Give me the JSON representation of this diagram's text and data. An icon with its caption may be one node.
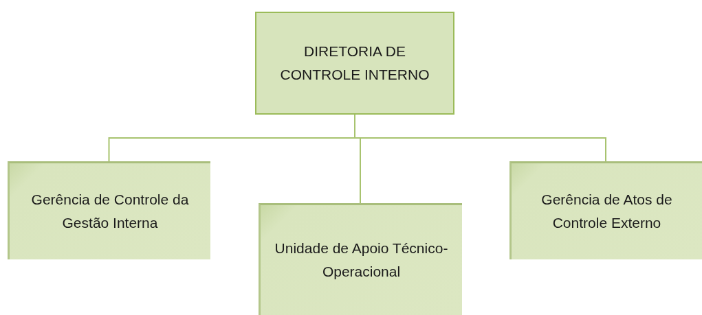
{
  "diagram": {
    "nodes": [
      {
        "text": [
          "DIRETORIA DE CONTROLE INTERNO"
        ]
      },
      {
        "text": [
          "Gerência de Controle da Gestão Interna"
        ]
      },
      {
        "text": [
          "Unidade de Apoio Técnico-Operacional"
        ]
      },
      {
        "text": [
          "Gerência de Atos de Controle Externo"
        ]
      }
    ],
    "edges": [
      {
        "from": 0,
        "to": 1,
        "arrow": "none"
      },
      {
        "from": 0,
        "to": 2,
        "arrow": "none"
      },
      {
        "from": 0,
        "to": 3,
        "arrow": "none"
      }
    ]
  }
}
